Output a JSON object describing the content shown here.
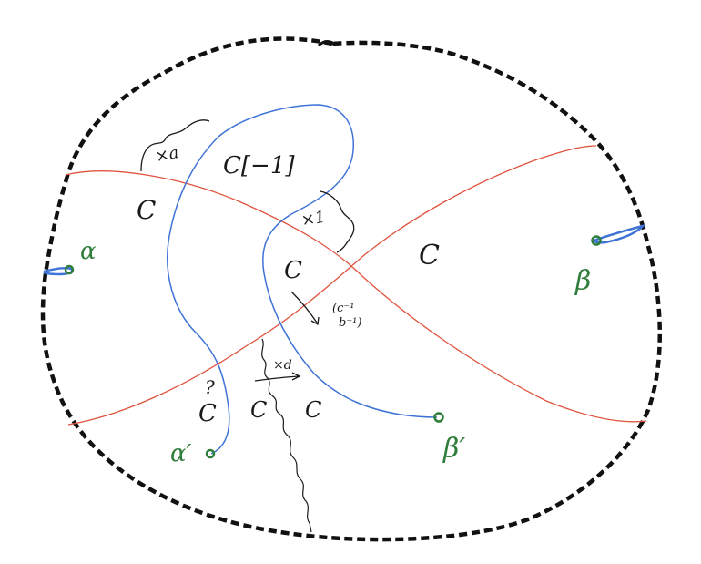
{
  "colors": {
    "boundary": "#111111",
    "red_curve": "#e0533e",
    "blue_curve": "#3f74d6",
    "green_label": "#2e7d3a",
    "ink": "#1a1a1a"
  },
  "labels": {
    "region_top": "C[−1]",
    "region_left": "C",
    "region_right": "C",
    "region_center": "C",
    "region_bottom_left": "C",
    "region_bottom_mid": "C",
    "region_bottom_mid2": "C",
    "question_mark": "?",
    "brace_a": "×a",
    "brace_1": "×1",
    "brace_d": "×d",
    "matrix_top": "(c⁻¹",
    "matrix_bottom": "b⁻¹)",
    "alpha": "α",
    "beta": "β",
    "alpha_prime": "α′",
    "beta_prime": "β′"
  }
}
